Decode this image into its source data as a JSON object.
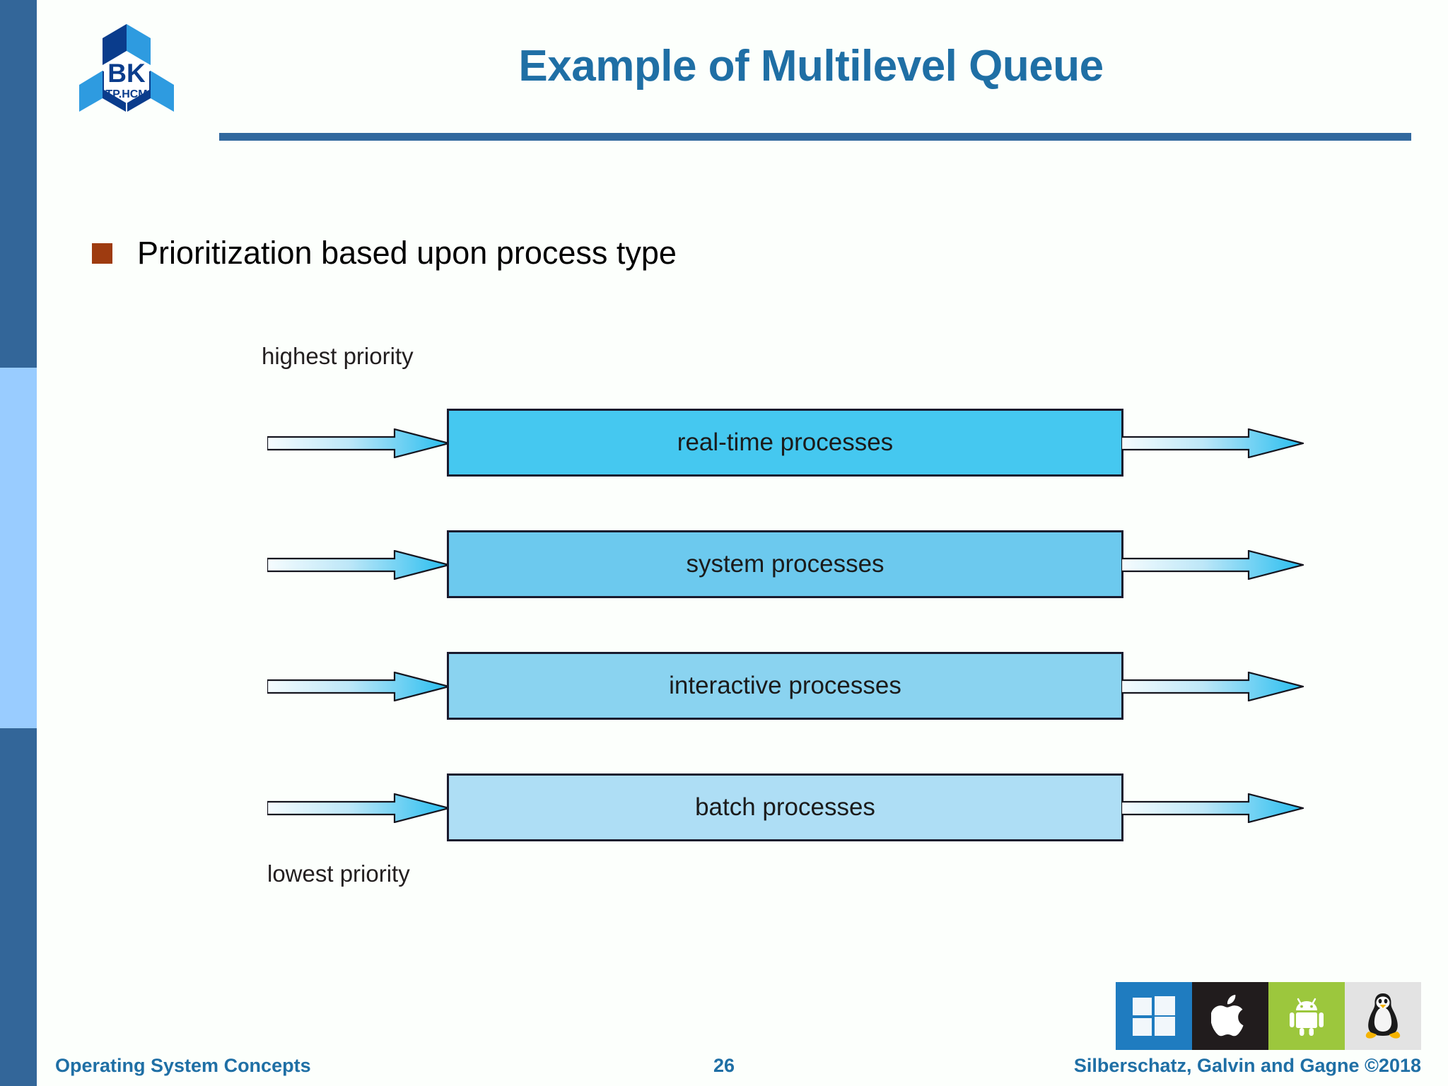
{
  "slide": {
    "title": "Example of Multilevel Queue",
    "bullets": [
      {
        "text": "Prioritization based upon process type",
        "marker_color": "#9E3B10"
      }
    ]
  },
  "logo": {
    "name": "bk-tphcm-logo",
    "primary_text": "BK",
    "secondary_text": "TP.HCM",
    "colors": {
      "dark": "#0A3C8C",
      "mid": "#1763C0",
      "light": "#2E9BE0"
    }
  },
  "diagram": {
    "type": "multilevel-queue",
    "top_label": "highest priority",
    "bottom_label": "lowest priority",
    "queues": [
      {
        "label": "real-time processes",
        "fill": "#45C8F0",
        "priority": 1
      },
      {
        "label": "system processes",
        "fill": "#6CC9EE",
        "priority": 2
      },
      {
        "label": "interactive processes",
        "fill": "#8AD3F0",
        "priority": 3
      },
      {
        "label": "batch processes",
        "fill": "#AEDEF5",
        "priority": 4
      }
    ],
    "arrow_gradient_start": "#f4fbfe",
    "arrow_gradient_end": "#2EBDEF",
    "box_border_color": "#1a1a2e"
  },
  "os_icons": [
    {
      "name": "windows-icon",
      "label": "Windows",
      "background": "#1F7CC0"
    },
    {
      "name": "apple-icon",
      "label": "Apple",
      "background": "#211c1d"
    },
    {
      "name": "android-icon",
      "label": "Android",
      "background": "#9CC73D"
    },
    {
      "name": "linux-icon",
      "label": "Linux",
      "background": "#e3e3e3"
    }
  ],
  "footer": {
    "left": "Operating System Concepts",
    "page": "26",
    "right": "Silberschatz, Galvin and Gagne ©2018"
  },
  "theme": {
    "title_color": "#1F6FA5",
    "rule_color": "#31689E",
    "stripe_dark": "#336699",
    "stripe_light": "#99CCFF",
    "background": "#fcfffc"
  }
}
